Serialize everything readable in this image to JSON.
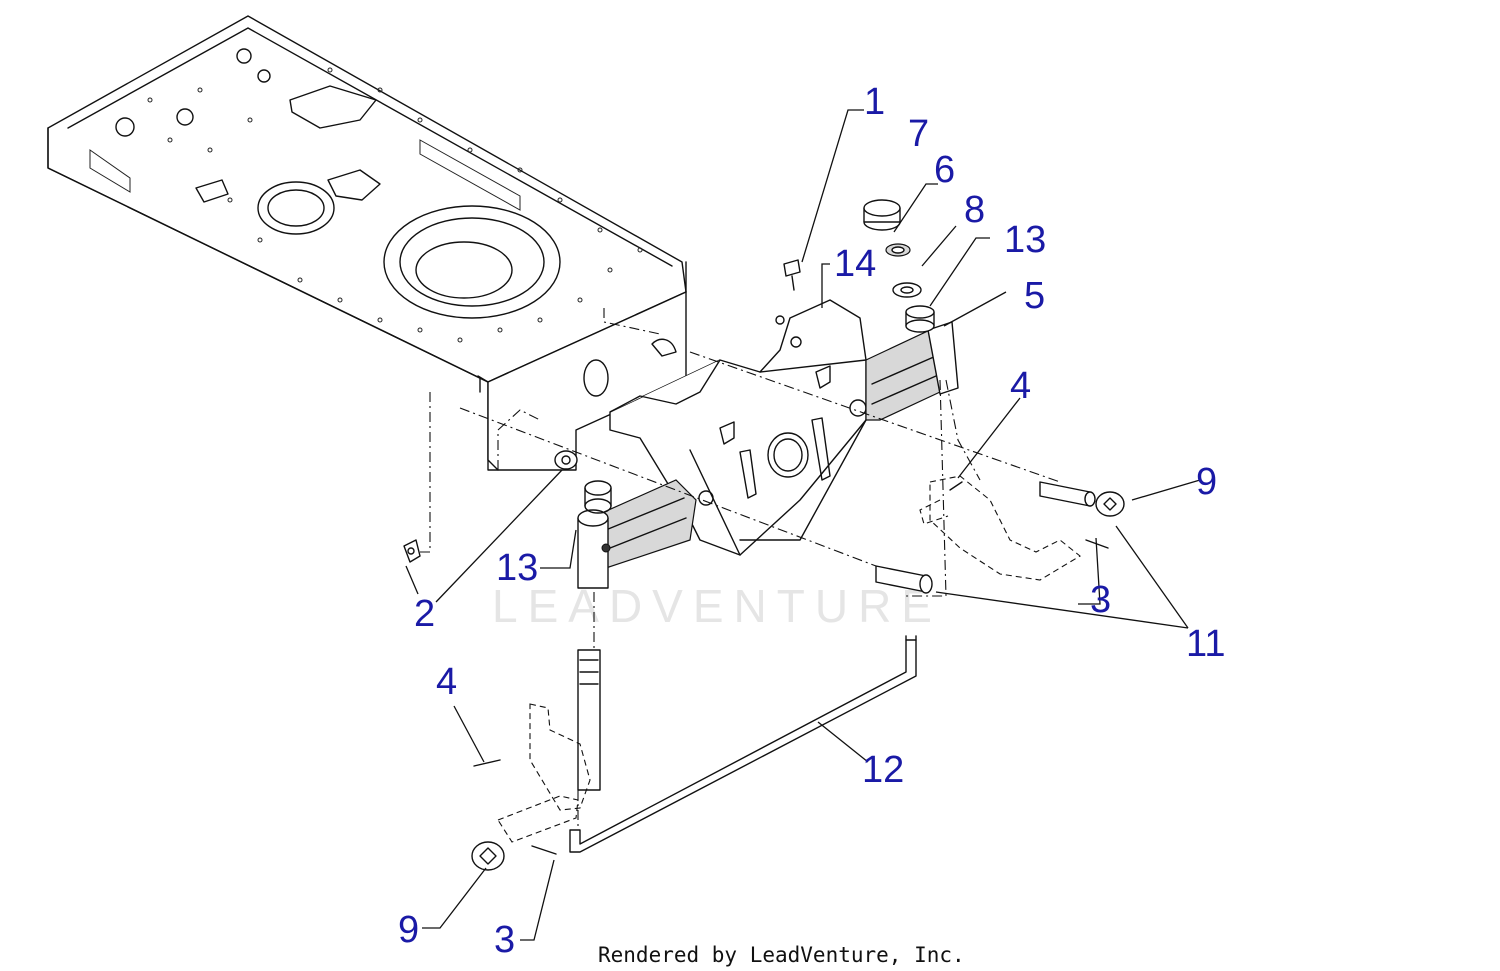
{
  "watermark": "LEADVENTURE",
  "footer": "Rendered by LeadVenture, Inc.",
  "callout_color": "#1a1aa6",
  "callouts": {
    "c1": "1",
    "c2": "2",
    "c3a": "3",
    "c3b": "3",
    "c4a": "4",
    "c4b": "4",
    "c5": "5",
    "c6": "6",
    "c7": "7",
    "c8": "8",
    "c9a": "9",
    "c9b": "9",
    "c11": "11",
    "c12": "12",
    "c13a": "13",
    "c13b": "13",
    "c14": "14"
  }
}
